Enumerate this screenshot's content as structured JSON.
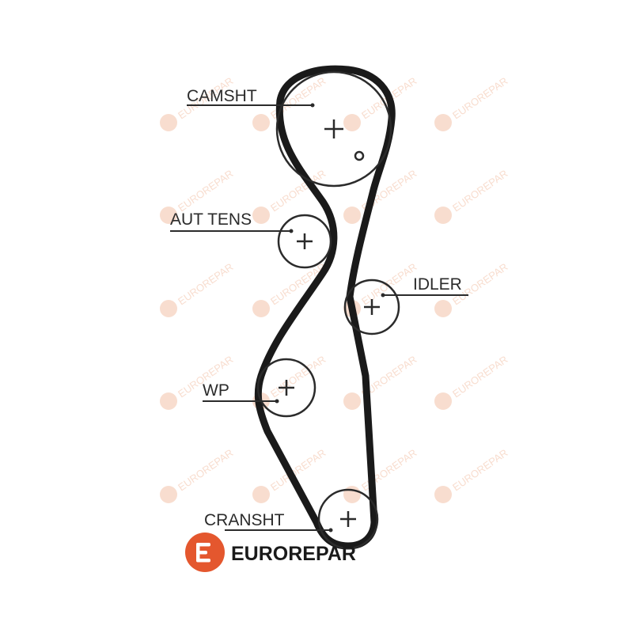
{
  "labels": {
    "camshaft": "CAMSHT",
    "auto_tensioner": "AUT TENS",
    "idler": "IDLER",
    "water_pump": "WP",
    "crankshaft": "CRANSHT"
  },
  "brand": {
    "name": "EUROREPAR",
    "watermark": "EUROREPAR"
  },
  "colors": {
    "belt": "#1a1a1a",
    "pulley": "#2b2b2b",
    "brand_accent": "#e4572e",
    "watermark": "#f6d2bf"
  }
}
